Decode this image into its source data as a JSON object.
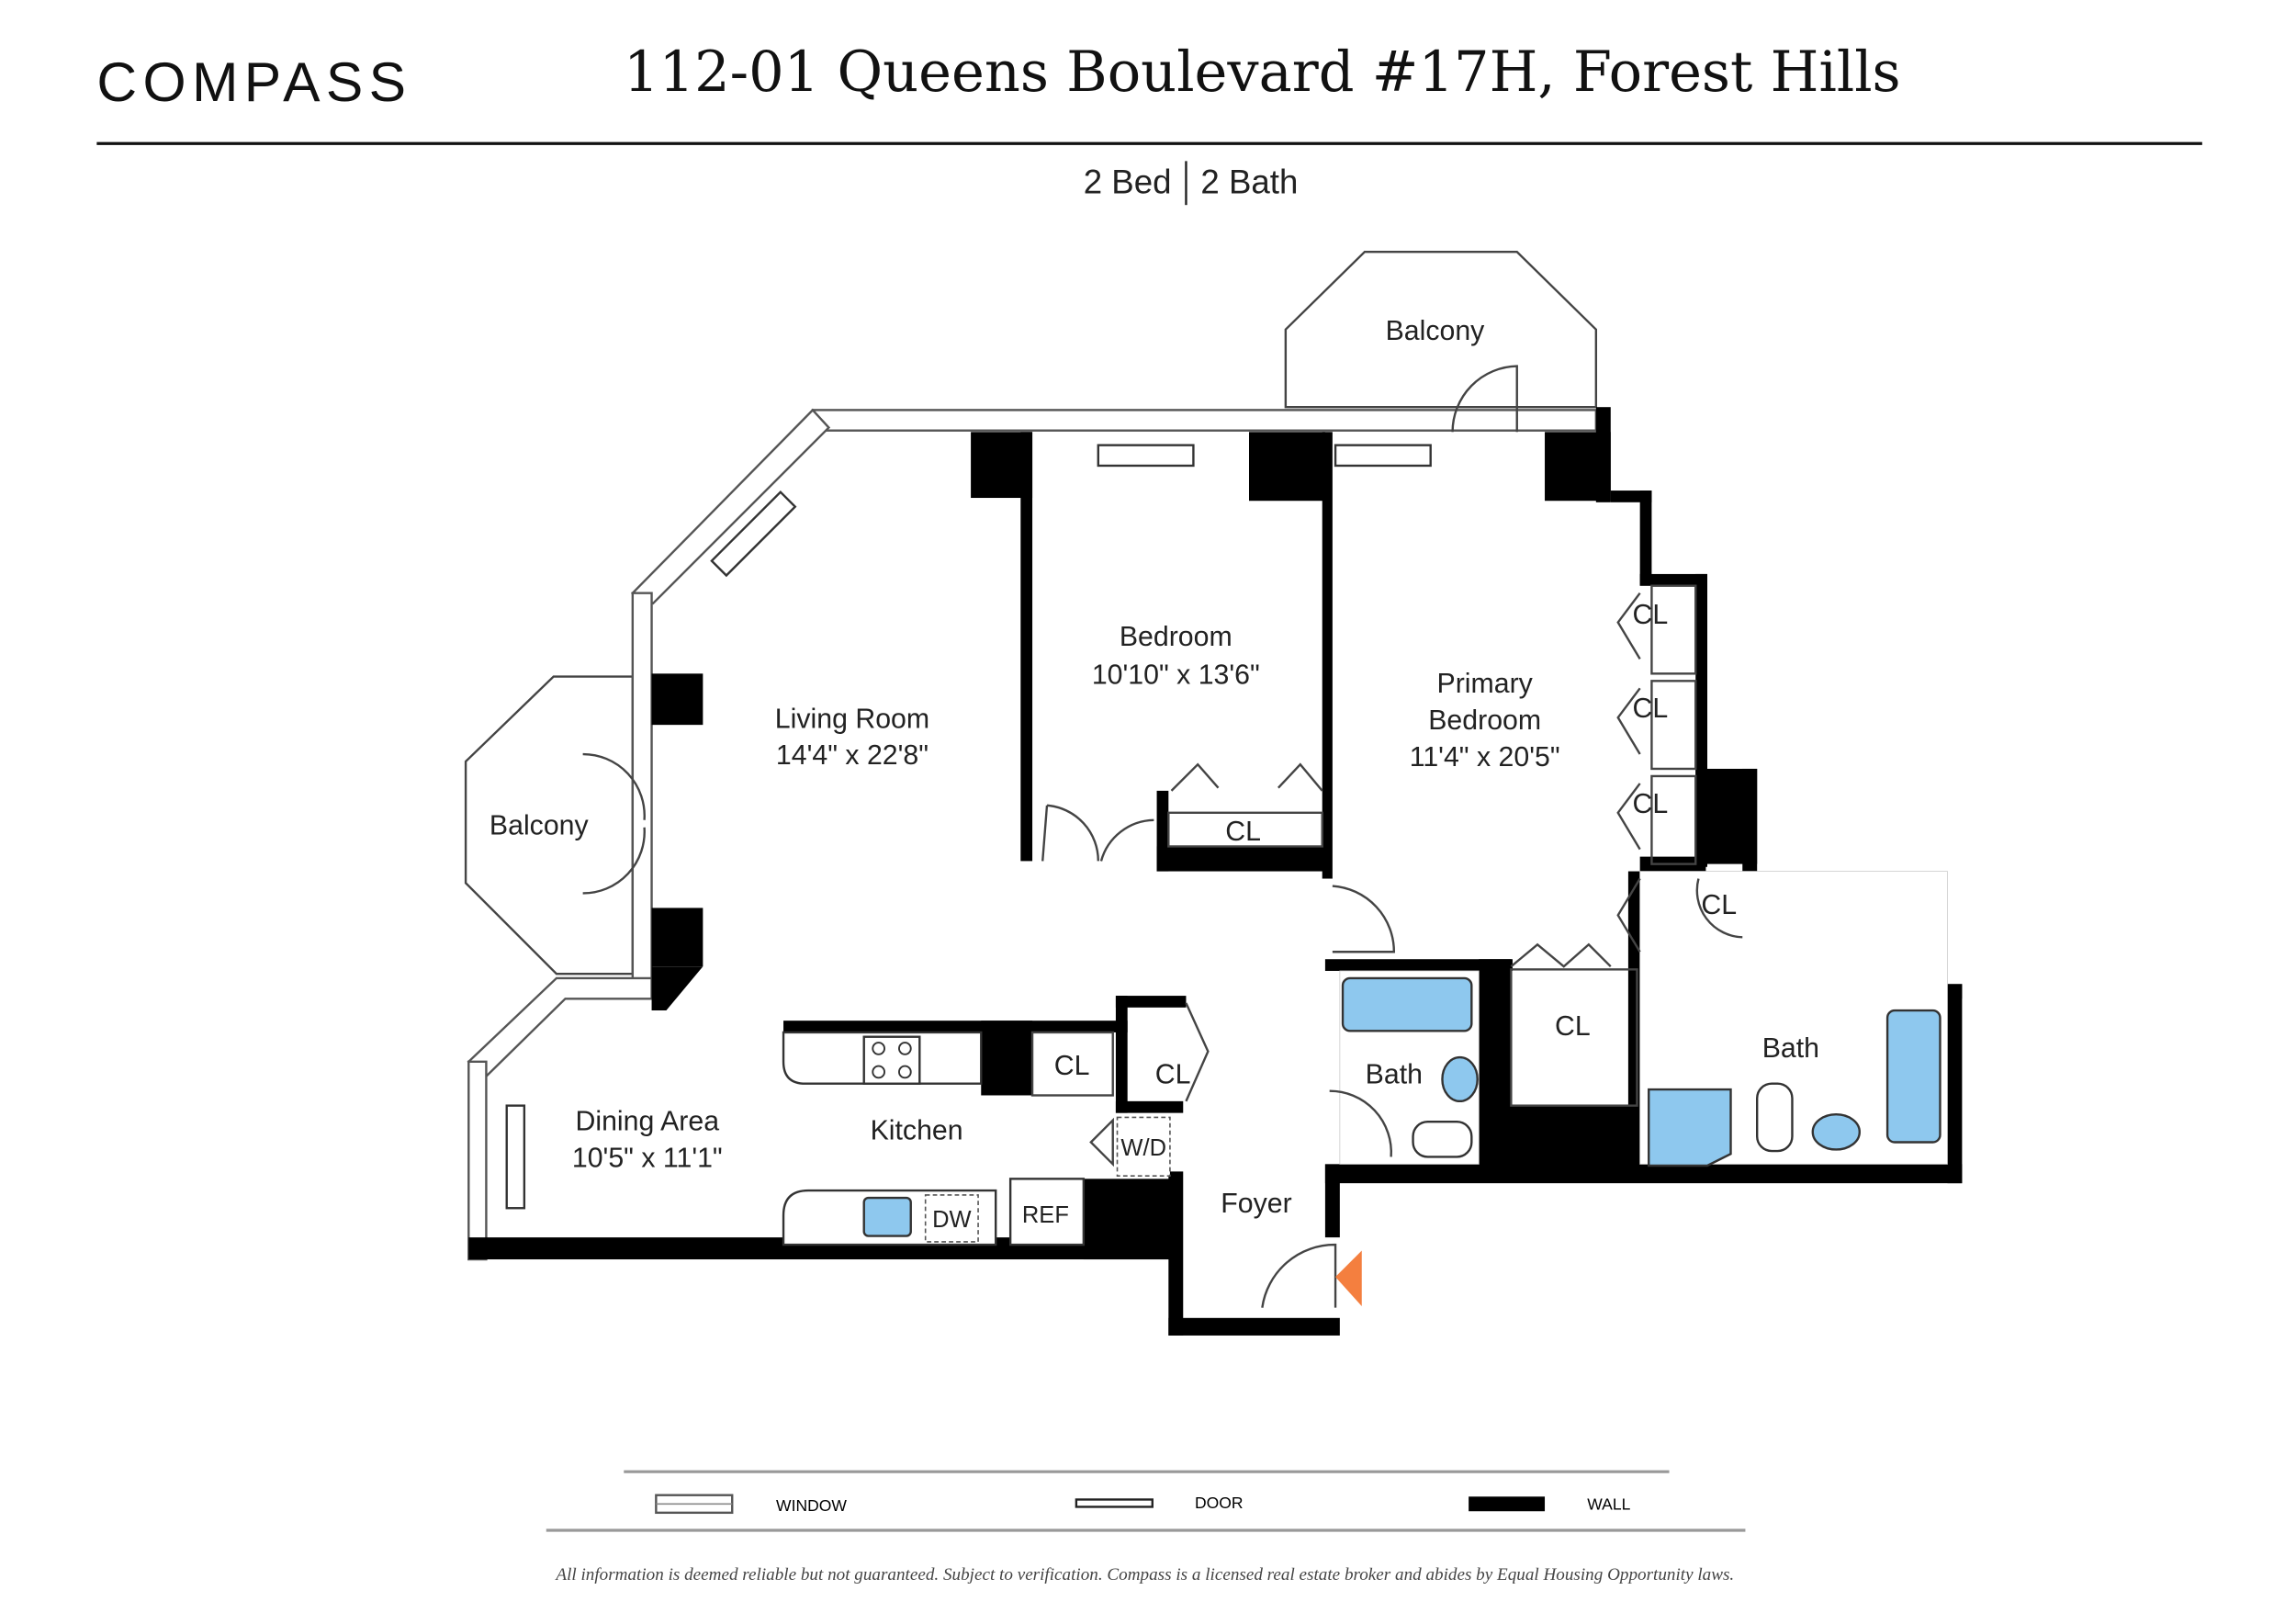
{
  "header": {
    "logo": "COMPASS",
    "title": "112-01 Queens Boulevard #17H, Forest Hills",
    "beds": "2 Bed",
    "baths": "2 Bath"
  },
  "rooms": {
    "balcony_top": "Balcony",
    "balcony_left": "Balcony",
    "living_name": "Living Room",
    "living_dim": "14'4\" x 22'8\"",
    "bedroom_name": "Bedroom",
    "bedroom_dim": "10'10\" x 13'6\"",
    "primary_name1": "Primary",
    "primary_name2": "Bedroom",
    "primary_dim": "11'4\" x 20'5\"",
    "dining_name": "Dining Area",
    "dining_dim": "10'5\" x 11'1\"",
    "kitchen": "Kitchen",
    "foyer": "Foyer",
    "bath1": "Bath",
    "bath2": "Bath",
    "closet": "CL",
    "wd": "W/D",
    "dw": "DW",
    "ref": "REF"
  },
  "legend": {
    "window": "WINDOW",
    "door": "DOOR",
    "wall": "WALL"
  },
  "disclaimer": "All information is deemed reliable but not guaranteed. Subject to verification. Compass is a licensed real estate broker and abides by Equal Housing Opportunity laws.",
  "colors": {
    "fixture_water": "#8ec8ee",
    "entry_marker": "#f47f3f"
  }
}
